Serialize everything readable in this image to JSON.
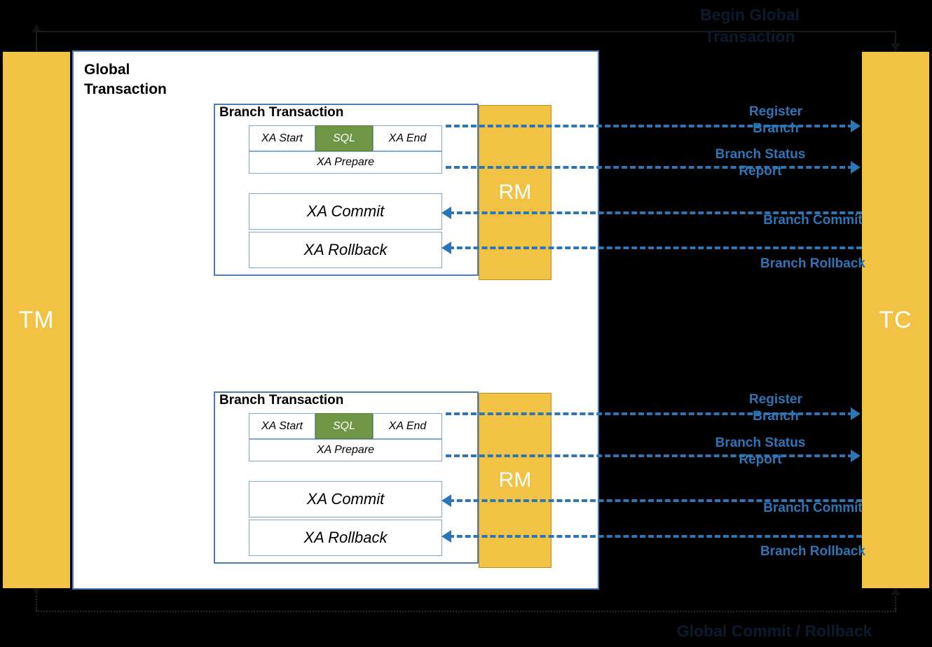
{
  "actors": {
    "tm": "TM",
    "tc": "TC",
    "rm": "RM"
  },
  "global": {
    "panel_title": "Global\nTransaction",
    "begin_label": "Begin Global\nTransaction",
    "end_label": "Global Commit / Rollback"
  },
  "branches": [
    {
      "title": "Branch Transaction",
      "xa_start": "XA Start",
      "sql": "SQL",
      "xa_end": "XA End",
      "xa_prepare": "XA Prepare",
      "xa_commit": "XA Commit",
      "xa_rollback": "XA Rollback",
      "rm": "RM",
      "messages": {
        "register": "Register\nBranch",
        "status": "Branch Status\nReport",
        "commit": "Branch Commit",
        "rollback": "Branch Rollback"
      }
    },
    {
      "title": "Branch Transaction",
      "xa_start": "XA Start",
      "sql": "SQL",
      "xa_end": "XA End",
      "xa_prepare": "XA Prepare",
      "xa_commit": "XA Commit",
      "xa_rollback": "XA Rollback",
      "rm": "RM",
      "messages": {
        "register": "Register\nBranch",
        "status": "Branch Status\nReport",
        "commit": "Branch Commit",
        "rollback": "Branch Rollback"
      }
    }
  ],
  "colors": {
    "actor_yellow": "#F2C244",
    "panel_border_blue": "#4A7EBB",
    "message_blue": "#2E75B6",
    "sql_green": "#6E9645",
    "cell_border_blue": "#7FA6D0",
    "background": "#000000"
  }
}
